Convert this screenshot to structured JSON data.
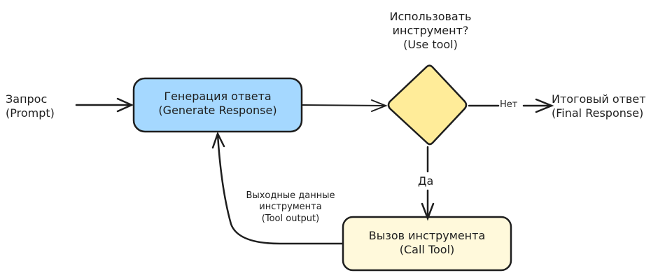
{
  "colors": {
    "generate_fill": "#a5d8ff",
    "decision_fill": "#ffec99",
    "calltool_fill": "#fff9db",
    "stroke": "#1e1e1e"
  },
  "nodes": {
    "prompt": {
      "line1": "Запрос",
      "line2": "(Prompt)"
    },
    "generate": {
      "line1": "Генерация ответа",
      "line2": "(Generate Response)"
    },
    "decision": {
      "line1": "Использовать",
      "line2": "инструмент?",
      "line3": "(Use tool)"
    },
    "final": {
      "line1": "Итоговый ответ",
      "line2": "(Final Response)"
    },
    "call_tool": {
      "line1": "Вызов инструмента",
      "line2": "(Call Tool)"
    }
  },
  "edges": {
    "no_label": "Нет",
    "yes_label": "Да",
    "tool_output": {
      "line1": "Выходные данные",
      "line2": "инструмента",
      "line3": "(Tool output)"
    }
  }
}
